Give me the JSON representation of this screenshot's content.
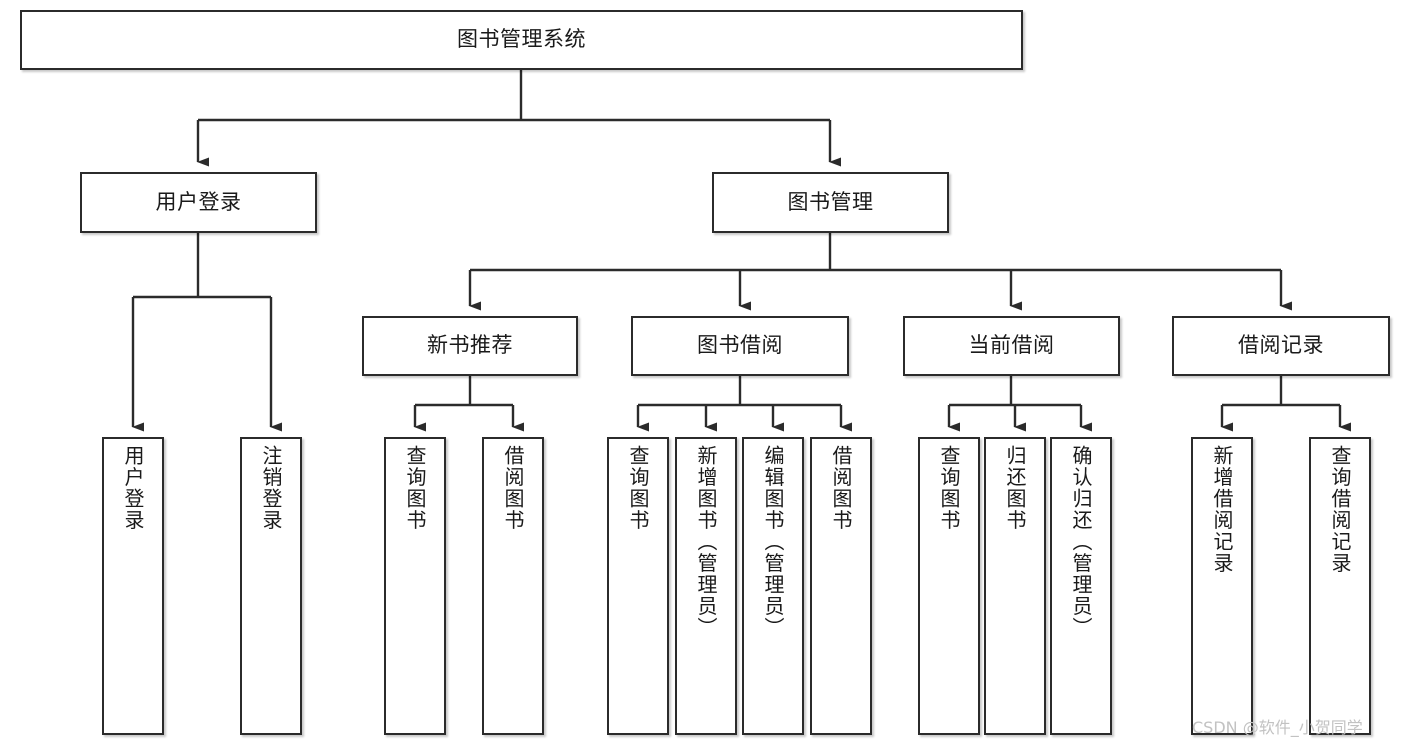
{
  "diagram": {
    "type": "tree-hierarchy",
    "title": "图书管理系统",
    "orientation": "top-down",
    "colors": {
      "box_border": "#2b2b2b",
      "box_fill": "#ffffff",
      "connector": "#2b2b2b",
      "text": "#1a1a1a",
      "watermark": "#c2c2c2",
      "background": "#ffffff"
    },
    "nodes": {
      "root": {
        "label": "图书管理系统",
        "level": 1,
        "orientation": "horizontal"
      },
      "level2": [
        {
          "label": "用户登录",
          "orientation": "horizontal"
        },
        {
          "label": "图书管理",
          "orientation": "horizontal"
        }
      ],
      "level3": [
        {
          "label": "新书推荐",
          "orientation": "horizontal"
        },
        {
          "label": "图书借阅",
          "orientation": "horizontal"
        },
        {
          "label": "当前借阅",
          "orientation": "horizontal"
        },
        {
          "label": "借阅记录",
          "orientation": "horizontal"
        }
      ],
      "leaves_user_login": [
        {
          "label": "用户登录",
          "orientation": "vertical"
        },
        {
          "label": "注销登录",
          "orientation": "vertical"
        }
      ],
      "leaves_new_book": [
        {
          "label": "查询图书",
          "orientation": "vertical"
        },
        {
          "label": "借阅图书",
          "orientation": "vertical"
        }
      ],
      "leaves_borrow": [
        {
          "label": "查询图书",
          "orientation": "vertical"
        },
        {
          "label": "新增图书（管理员）",
          "orientation": "vertical"
        },
        {
          "label": "编辑图书（管理员）",
          "orientation": "vertical"
        },
        {
          "label": "借阅图书",
          "orientation": "vertical"
        }
      ],
      "leaves_current": [
        {
          "label": "查询图书",
          "orientation": "vertical"
        },
        {
          "label": "归还图书",
          "orientation": "vertical"
        },
        {
          "label": "确认归还（管理员）",
          "orientation": "vertical"
        }
      ],
      "leaves_records": [
        {
          "label": "新增借阅记录",
          "orientation": "vertical"
        },
        {
          "label": "查询借阅记录",
          "orientation": "vertical"
        }
      ]
    },
    "watermark": "CSDN @软件_小贺同学"
  }
}
